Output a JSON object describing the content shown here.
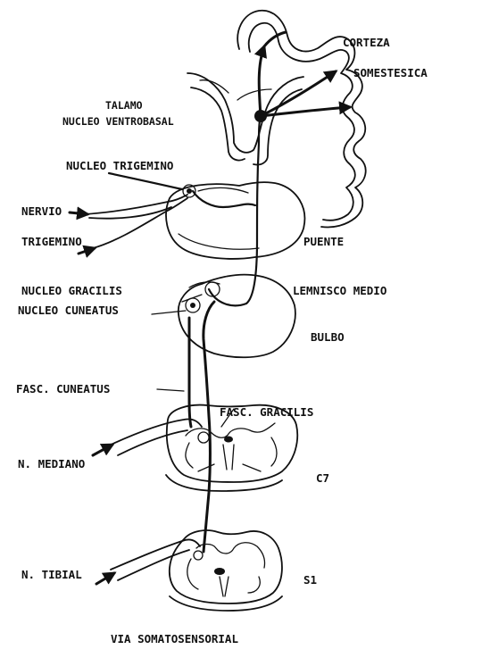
{
  "labels": {
    "corteza": "CORTEZA",
    "somestesica": "SOMESTESICA",
    "talamo": "TALAMO",
    "nucleo_ventrobasal": "NUCLEO VENTROBASAL",
    "nucleo_trigemino": "NUCLEO TRIGEMINO",
    "nervio": "NERVIO",
    "trigemino": "TRIGEMINO",
    "puente": "PUENTE",
    "nucleo_gracilis": "NUCLEO GRACILIS",
    "nucleo_cuneatus": "NUCLEO CUNEATUS",
    "lemnisco_medio": "LEMNISCO MEDIO",
    "bulbo": "BULBO",
    "fasc_cuneatus": "FASC. CUNEATUS",
    "fasc_gracilis": "FASC. GRACILIS",
    "n_mediano": "N. MEDIANO",
    "c7": "C7",
    "n_tibial": "N. TIBIAL",
    "s1": "S1",
    "caption": "VIA SOMATOSENSORIAL"
  },
  "colors": {
    "ink": "#111111",
    "paper": "#ffffff"
  }
}
